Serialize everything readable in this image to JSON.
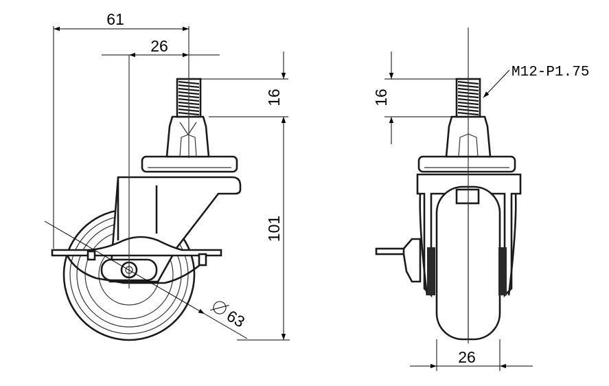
{
  "dimensions": {
    "overall_width": "61",
    "stem_offset": "26",
    "thread_length_left": "16",
    "height": "101",
    "wheel_diameter": "63",
    "diameter_symbol": "ø",
    "thread_length_right": "16",
    "thread_spec": "M12-P1.75",
    "wheel_width": "26"
  },
  "colors": {
    "line": "#000000",
    "outline": "#1a1a1a",
    "background": "#ffffff"
  }
}
